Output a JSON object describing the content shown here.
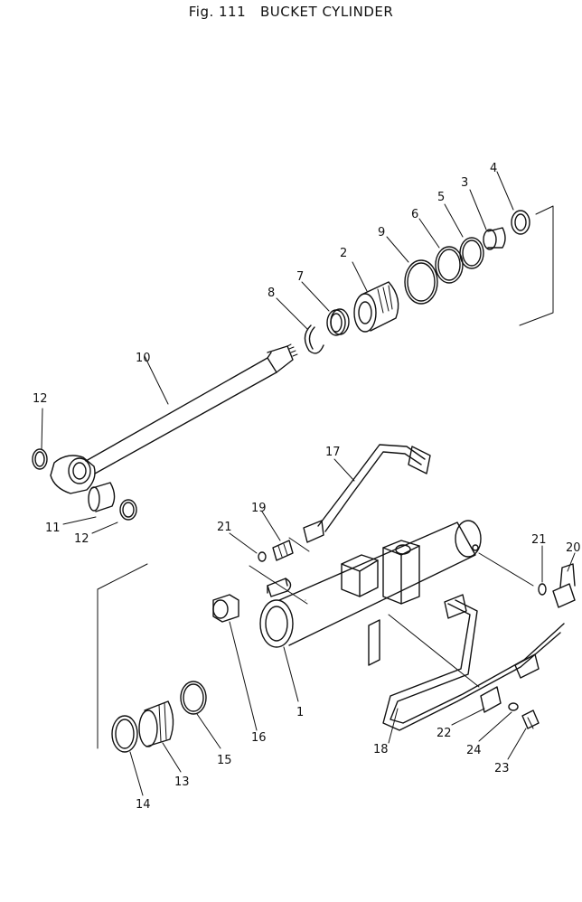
{
  "figure": {
    "label": "Fig. 111",
    "title": "BUCKET CYLINDER"
  },
  "callouts": [
    "1",
    "2",
    "3",
    "4",
    "5",
    "6",
    "7",
    "8",
    "9",
    "10",
    "11",
    "12",
    "12",
    "13",
    "14",
    "15",
    "16",
    "17",
    "18",
    "19",
    "20",
    "21",
    "21",
    "22",
    "23",
    "24"
  ]
}
